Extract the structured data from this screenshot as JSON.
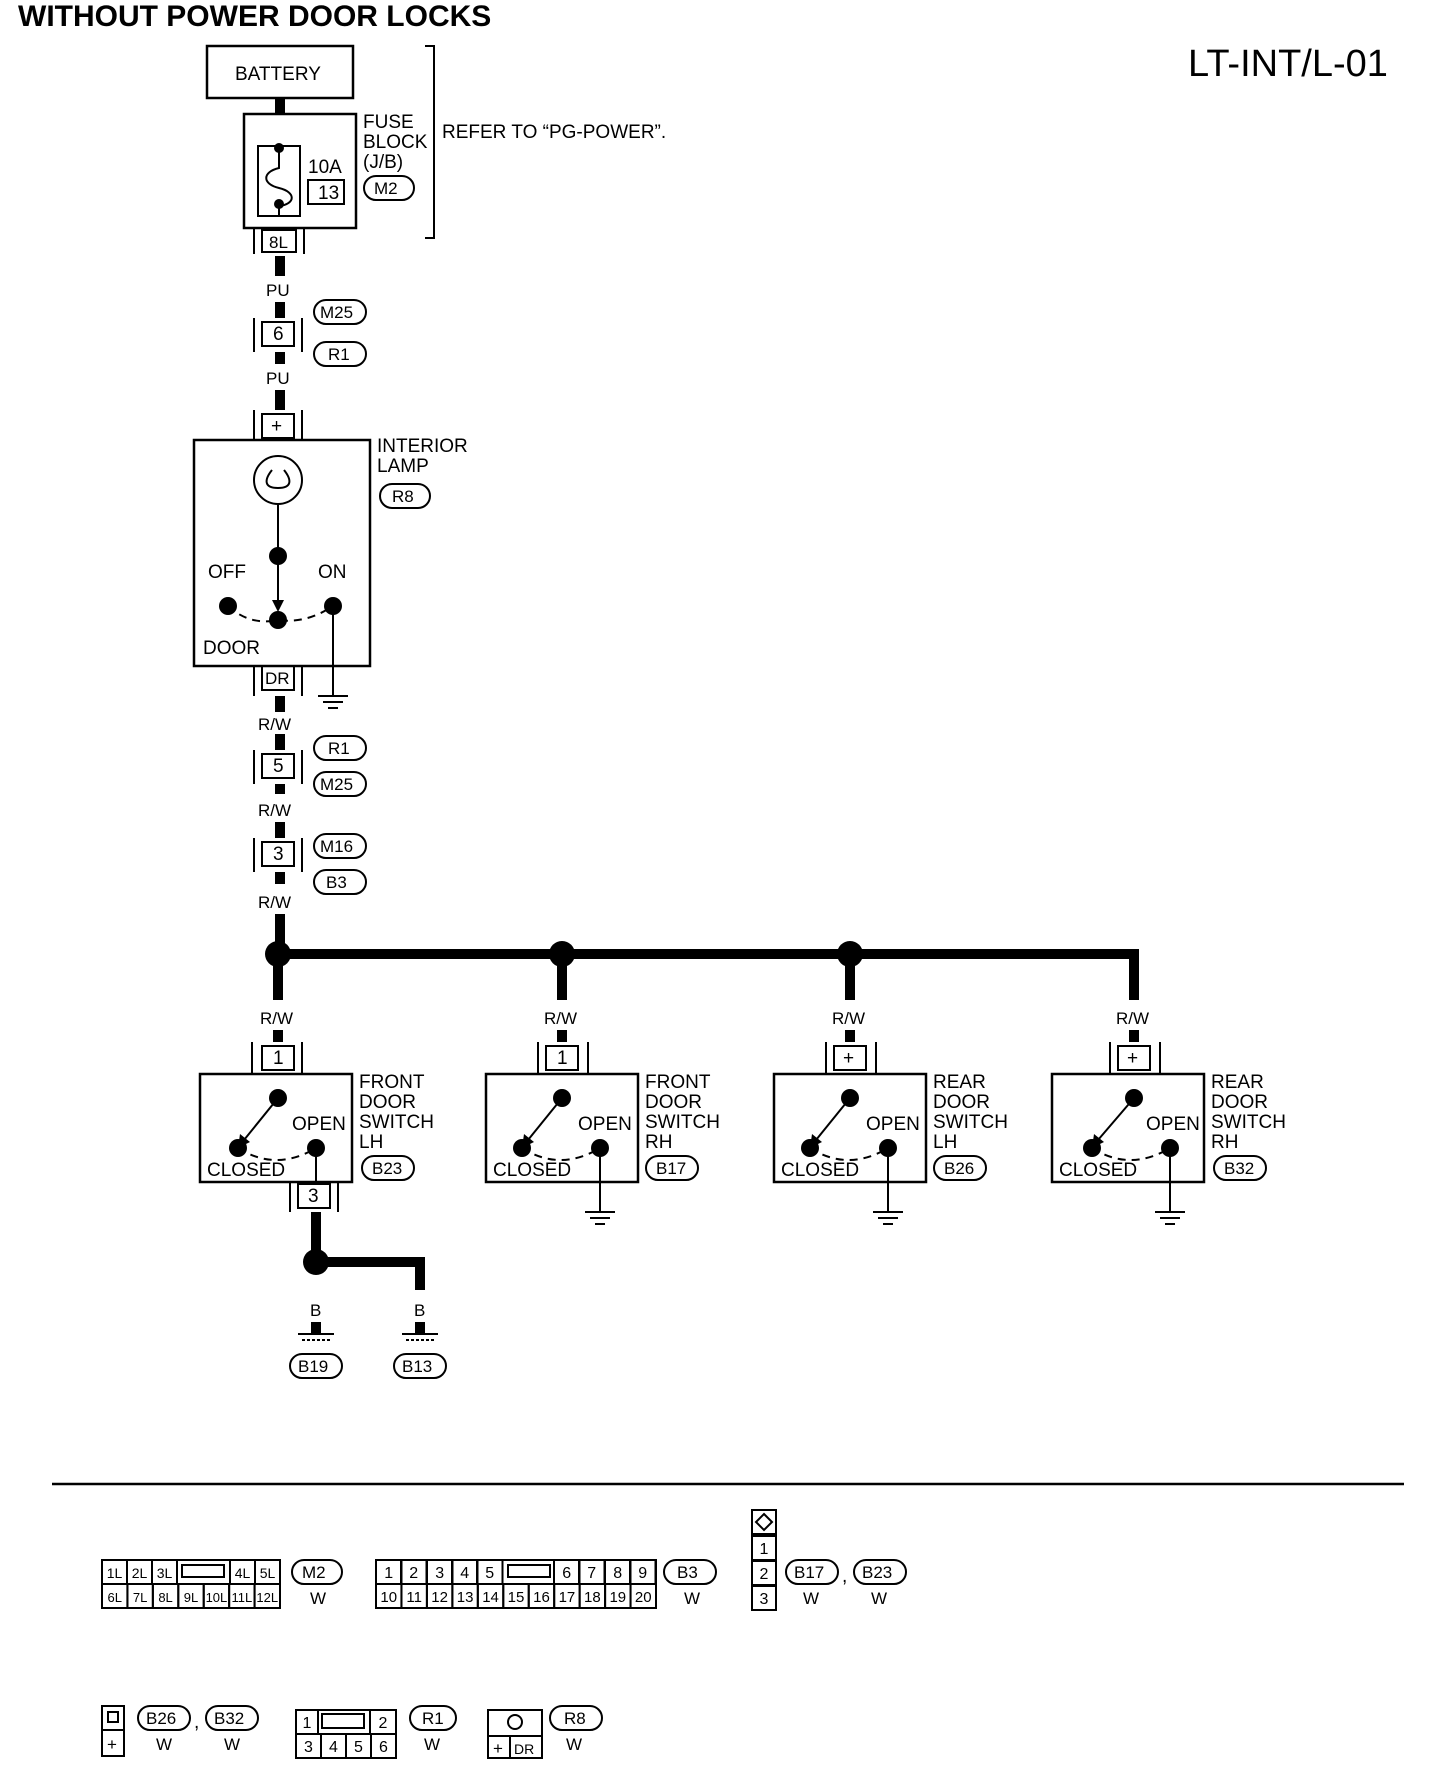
{
  "title": "WITHOUT POWER DOOR LOCKS",
  "code": "LT-INT/L-01",
  "battery": "BATTERY",
  "fuse_block": {
    "line1": "FUSE",
    "line2": "BLOCK",
    "line3": "(J/B)",
    "amp": "10A",
    "fuse_no": "13",
    "connector": "M2",
    "terminal": "8L"
  },
  "refer": "REFER TO “PG-POWER”.",
  "wires": {
    "pu": "PU",
    "rw": "R/W",
    "b": "B"
  },
  "joint1": {
    "pin": "6",
    "top": "M25",
    "bottom": "R1"
  },
  "interior_lamp": {
    "line1": "INTERIOR",
    "line2": "LAMP",
    "connector": "R8",
    "plus": "+",
    "off": "OFF",
    "on": "ON",
    "door": "DOOR",
    "dr": "DR"
  },
  "joint2": {
    "pin": "5",
    "top": "R1",
    "bottom": "M25"
  },
  "joint3": {
    "pin": "3",
    "top": "M16",
    "bottom": "B3"
  },
  "switches": [
    {
      "line1": "FRONT",
      "line2": "DOOR",
      "line3": "SWITCH",
      "line4": "LH",
      "connector": "B23",
      "pin": "1",
      "open": "OPEN",
      "closed": "CLOSED",
      "pin2": "3"
    },
    {
      "line1": "FRONT",
      "line2": "DOOR",
      "line3": "SWITCH",
      "line4": "RH",
      "connector": "B17",
      "pin": "1",
      "open": "OPEN",
      "closed": "CLOSED"
    },
    {
      "line1": "REAR",
      "line2": "DOOR",
      "line3": "SWITCH",
      "line4": "LH",
      "connector": "B26",
      "pin": "+",
      "open": "OPEN",
      "closed": "CLOSED"
    },
    {
      "line1": "REAR",
      "line2": "DOOR",
      "line3": "SWITCH",
      "line4": "RH",
      "connector": "B32",
      "pin": "+",
      "open": "OPEN",
      "closed": "CLOSED"
    }
  ],
  "grounds": {
    "g1": "B19",
    "g2": "B13"
  },
  "views": {
    "m2": {
      "connector": "M2",
      "color": "W",
      "row1": [
        "1L",
        "2L",
        "3L",
        "4L",
        "5L"
      ],
      "row2": [
        "6L",
        "7L",
        "8L",
        "9L",
        "10L",
        "11L",
        "12L"
      ]
    },
    "b3": {
      "connector": "B3",
      "color": "W",
      "row1": [
        "1",
        "2",
        "3",
        "4",
        "5",
        "6",
        "7",
        "8",
        "9"
      ],
      "row2": [
        "10",
        "11",
        "12",
        "13",
        "14",
        "15",
        "16",
        "17",
        "18",
        "19",
        "20"
      ]
    },
    "b17": {
      "connector1": "B17",
      "connector2": "B23",
      "sep": ",",
      "color": "W",
      "pins": [
        "1",
        "2",
        "3"
      ]
    },
    "b26": {
      "connector1": "B26",
      "connector2": "B32",
      "sep": ",",
      "color": "W",
      "pin": "+"
    },
    "r1": {
      "connector": "R1",
      "color": "W",
      "row1": [
        "1",
        "2"
      ],
      "row2": [
        "3",
        "4",
        "5",
        "6"
      ]
    },
    "r8": {
      "connector": "R8",
      "color": "W",
      "pins": [
        "+",
        "DR"
      ]
    }
  }
}
